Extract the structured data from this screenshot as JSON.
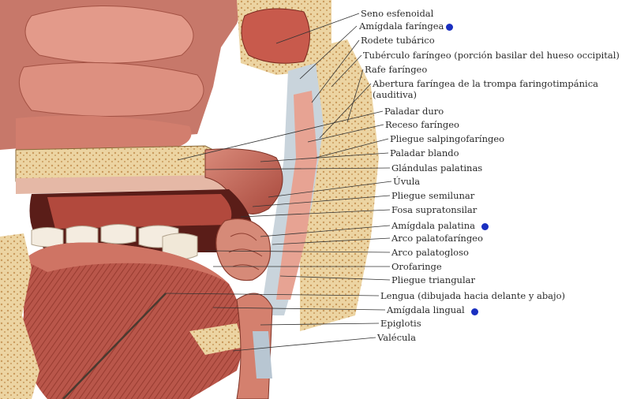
{
  "labels": [
    {
      "id": "seno-esfenoidal",
      "text": "Seno esfenoidal"
    },
    {
      "id": "amigdala-faringea",
      "text": "Amígdala faríngea"
    },
    {
      "id": "rodete-tubarico",
      "text": "Rodete tubárico"
    },
    {
      "id": "tuberculo-faringeo",
      "text": "Tubérculo faríngeo (porción basilar del hueso occipital)"
    },
    {
      "id": "rafe-faringeo",
      "text": "Rafe faríngeo"
    },
    {
      "id": "abertura-faringea-1",
      "text": "Abertura faríngea de la trompa faringotimpánica"
    },
    {
      "id": "abertura-faringea-2",
      "text": "(auditiva)"
    },
    {
      "id": "paladar-duro",
      "text": "Paladar duro"
    },
    {
      "id": "receso-faringeo",
      "text": "Receso faríngeo"
    },
    {
      "id": "pliegue-salpingofaringeo",
      "text": "Pliegue salpingofaríngeo"
    },
    {
      "id": "paladar-blando",
      "text": "Paladar blando"
    },
    {
      "id": "glandulas-palatinas",
      "text": "Glándulas palatinas"
    },
    {
      "id": "uvula",
      "text": "Úvula"
    },
    {
      "id": "pliegue-semilunar",
      "text": "Pliegue semilunar"
    },
    {
      "id": "fosa-supratonsilar",
      "text": "Fosa supratonsilar"
    },
    {
      "id": "amigdala-palatina",
      "text": "Amígdala palatina"
    },
    {
      "id": "arco-palatofaringeo",
      "text": "Arco palatofaríngeo"
    },
    {
      "id": "arco-palatogloso",
      "text": "Arco palatogloso"
    },
    {
      "id": "orofaringe",
      "text": "Orofaringe"
    },
    {
      "id": "pliegue-triangular",
      "text": "Pliegue triangular"
    },
    {
      "id": "lengua",
      "text": "Lengua",
      "note": "(dibujada hacia delante y abajo)"
    },
    {
      "id": "amigdala-lingual",
      "text": "Amígdala lingual"
    },
    {
      "id": "epiglotis",
      "text": "Epiglotis"
    },
    {
      "id": "valecula",
      "text": "Valécula"
    }
  ],
  "colors": {
    "marker": "#1a2fc0",
    "tissue": "#c8665a",
    "bone": "#e8cc9a",
    "leader": "#333333"
  }
}
